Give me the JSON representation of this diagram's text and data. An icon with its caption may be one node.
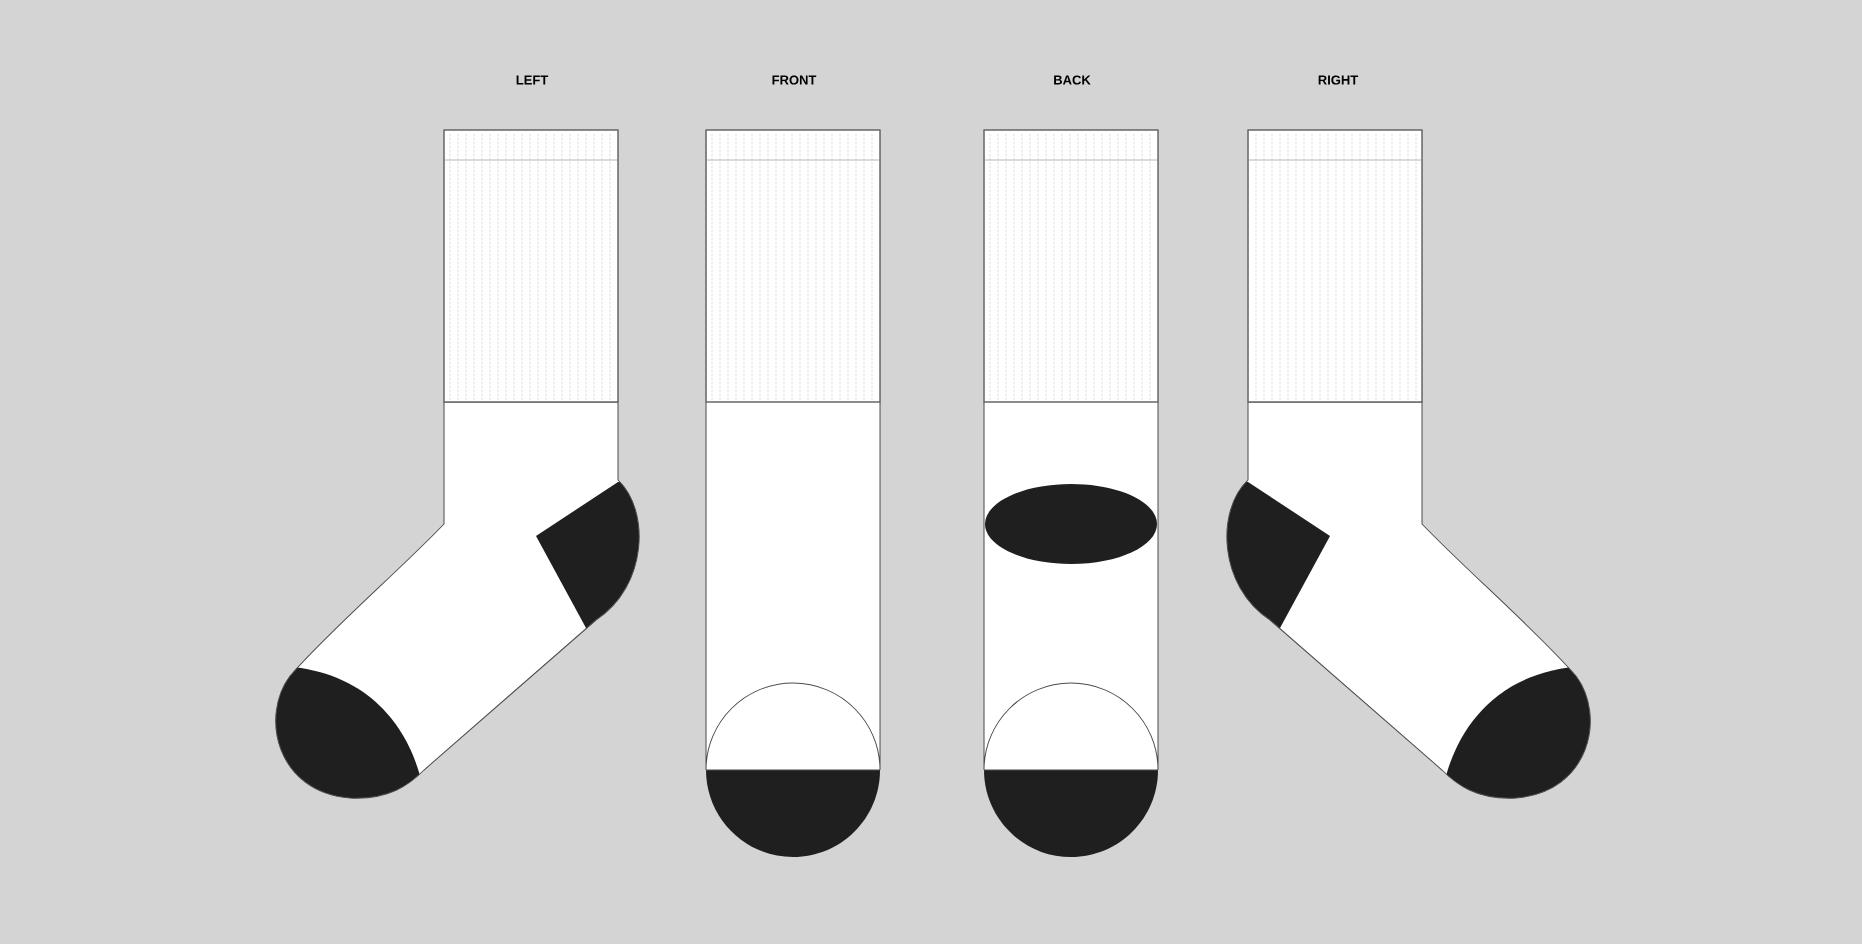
{
  "diagram": {
    "labels": [
      "LEFT",
      "FRONT",
      "BACK",
      "RIGHT"
    ]
  }
}
